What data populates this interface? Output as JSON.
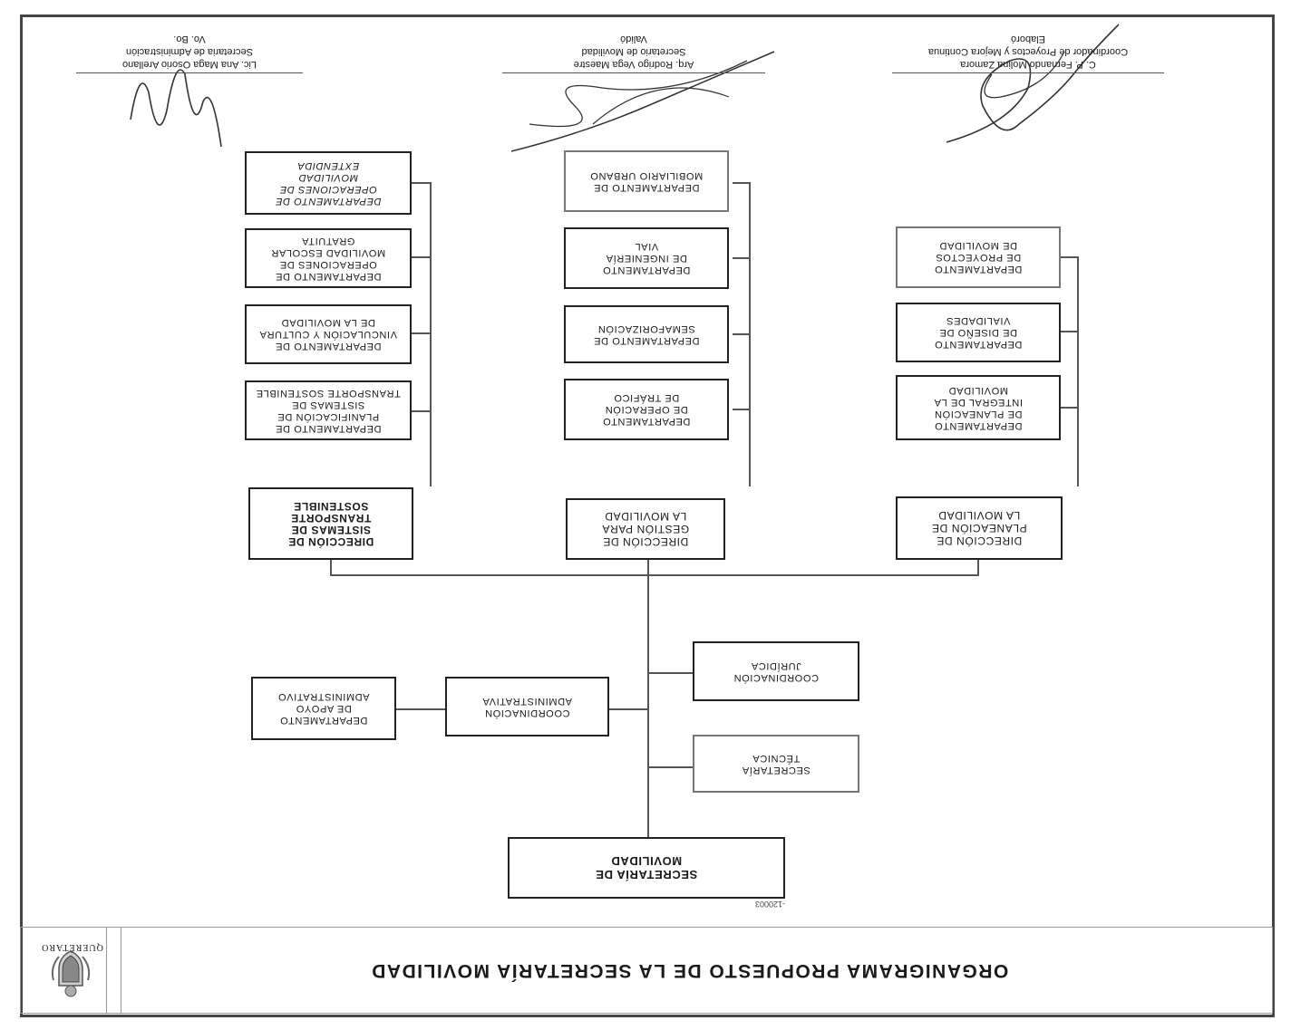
{
  "title": "ORGANIGRAMA  PROPUESTO DE LA SECRETARÍA MOVILIDAD",
  "logo_text": "QUERÉTARO",
  "doc_code": "-120003",
  "head": "SECRETARÍA DE\nMOVILIDAD",
  "staff": {
    "tecnica": "SECRETARÍA\nTÉCNICA",
    "juridica": "COORDINACIÓN\nJURÍDICA",
    "administrativa": "COORDINACIÓN\nADMINISTRATIVA",
    "apoyo": "DEPARTAMENTO\nDE APOYO\nADMINISTRATIVO"
  },
  "directions": [
    {
      "label": "DIRECCIÓN DE\nSISTEMAS DE\nTRANSPORTE\nSOSTENIBLE",
      "departments": [
        "DEPARTAMENTO DE\nPLANIFICACIÓN DE\nSISTEMAS DE\nTRANSPORTE SOSTENIBLE",
        "DEPARTAMENTO DE\nVINCULACIÓN Y CULTURA\nDE LA MOVILIDAD",
        "DEPARTAMENTO DE\nOPERACIONES DE\nMOVILIDAD ESCOLAR\nGRATUITA",
        "DEPARTAMENTO DE\nOPERACIONES DE MOVILIDAD\nEXTENDIDA"
      ]
    },
    {
      "label": "DIRECCIÓN DE\nGESTIÓN PARA\nLA MOVILIDAD",
      "departments": [
        "DEPARTAMENTO\nDE OPERACIÓN\nDE TRÁFICO",
        "DEPARTAMENTO DE\nSEMAFORIZACIÓN",
        "DEPARTAMENTO\nDE INGENIERÍA\nVIAL",
        "DEPARTAMENTO DE\nMOBILIARIO URBANO"
      ]
    },
    {
      "label": "DIRECCIÓN DE\nPLANEACIÓN DE\nLA MOVILIDAD",
      "departments": [
        "DEPARTAMENTO\nDE PLANEACIÓN\nINTEGRAL DE LA\nMOVILIDAD",
        "DEPARTAMENTO\nDE DISEÑO DE\nVIALIDADES",
        "DEPARTAMENTO\nDE PROYECTOS\nDE MOVILIDAD"
      ]
    }
  ],
  "signatures": [
    {
      "name": "C. P. Fernando Molina Zamora",
      "role": "Coordinador de Proyectos y Mejora Continua",
      "action": "Elaboró"
    },
    {
      "name": "Arq. Rodrigo Vega Maestre",
      "role": "Secretario de Movilidad",
      "action": "Validó"
    },
    {
      "name": "Lic. Ana Maga Osorio Arellano",
      "role": "Secretaria de Administración",
      "action": "Vo. Bo."
    }
  ]
}
